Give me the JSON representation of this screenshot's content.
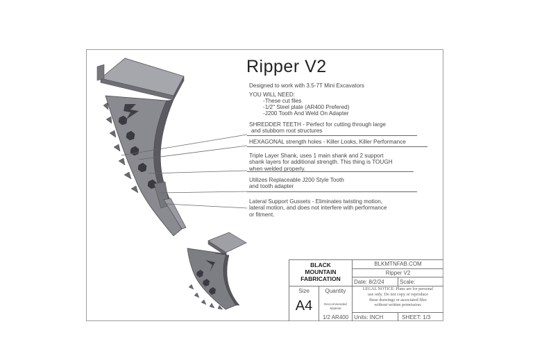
{
  "title": "Ripper V2",
  "intro": "Designed to work with 3.5-7T Mini Excavators",
  "you_will_need": {
    "heading": "YOU WILL NEED:",
    "items": [
      "-These cut files",
      "-1/2\" Steel plate (AR400 Prefered)",
      "-J200 Tooth And Weld On Adapter"
    ]
  },
  "callouts": [
    {
      "line1": "SHREDDER TEETH - Perfect for cutting through large",
      "line2": "and stubborn root structures"
    },
    {
      "line1": "HEXAGONAL strength holes - Killer Looks, Killer Performance",
      "line2": ""
    },
    {
      "line1": "Triple Layer Shank, uses 1 main shank and 2 support",
      "line2": "shank layers for additional strength. This thing is TOUGH",
      "line3": "when welded properly."
    },
    {
      "line1": "Utilizes Replaceable J200 Style Tooth",
      "line2": "and tooth adapter"
    },
    {
      "line1": "Lateral Support Gussets - Eliminates twisting motion,",
      "line2": "lateral motion, and does not interfere with performance",
      "line3": "or fitment."
    }
  ],
  "title_block": {
    "company": [
      "BLACK",
      "MOUNTAIN",
      "FABRICATION"
    ],
    "website": "BLKMTNFAB.COM",
    "part_name": "Ripper V2",
    "date": "Date: 8/2/24",
    "scale": "Scale:",
    "legal": [
      "LEGAL NOTICE: Plans are for personal",
      "use only. Do not copy or reproduce",
      "these drawings or associated files",
      "without written permission."
    ],
    "size_label": "Size",
    "size_value": "A4",
    "quantity_label": "Quantity",
    "recommended": [
      "Reccommended",
      "Material"
    ],
    "material": "1/2 AR400",
    "units": "Units: INCH",
    "sheet": "SHEET: 1/3"
  },
  "colors": {
    "part_face": "#8c8c94",
    "part_dark": "#55555c",
    "part_light": "#b4b4ba",
    "border": "#9a9a9a"
  }
}
